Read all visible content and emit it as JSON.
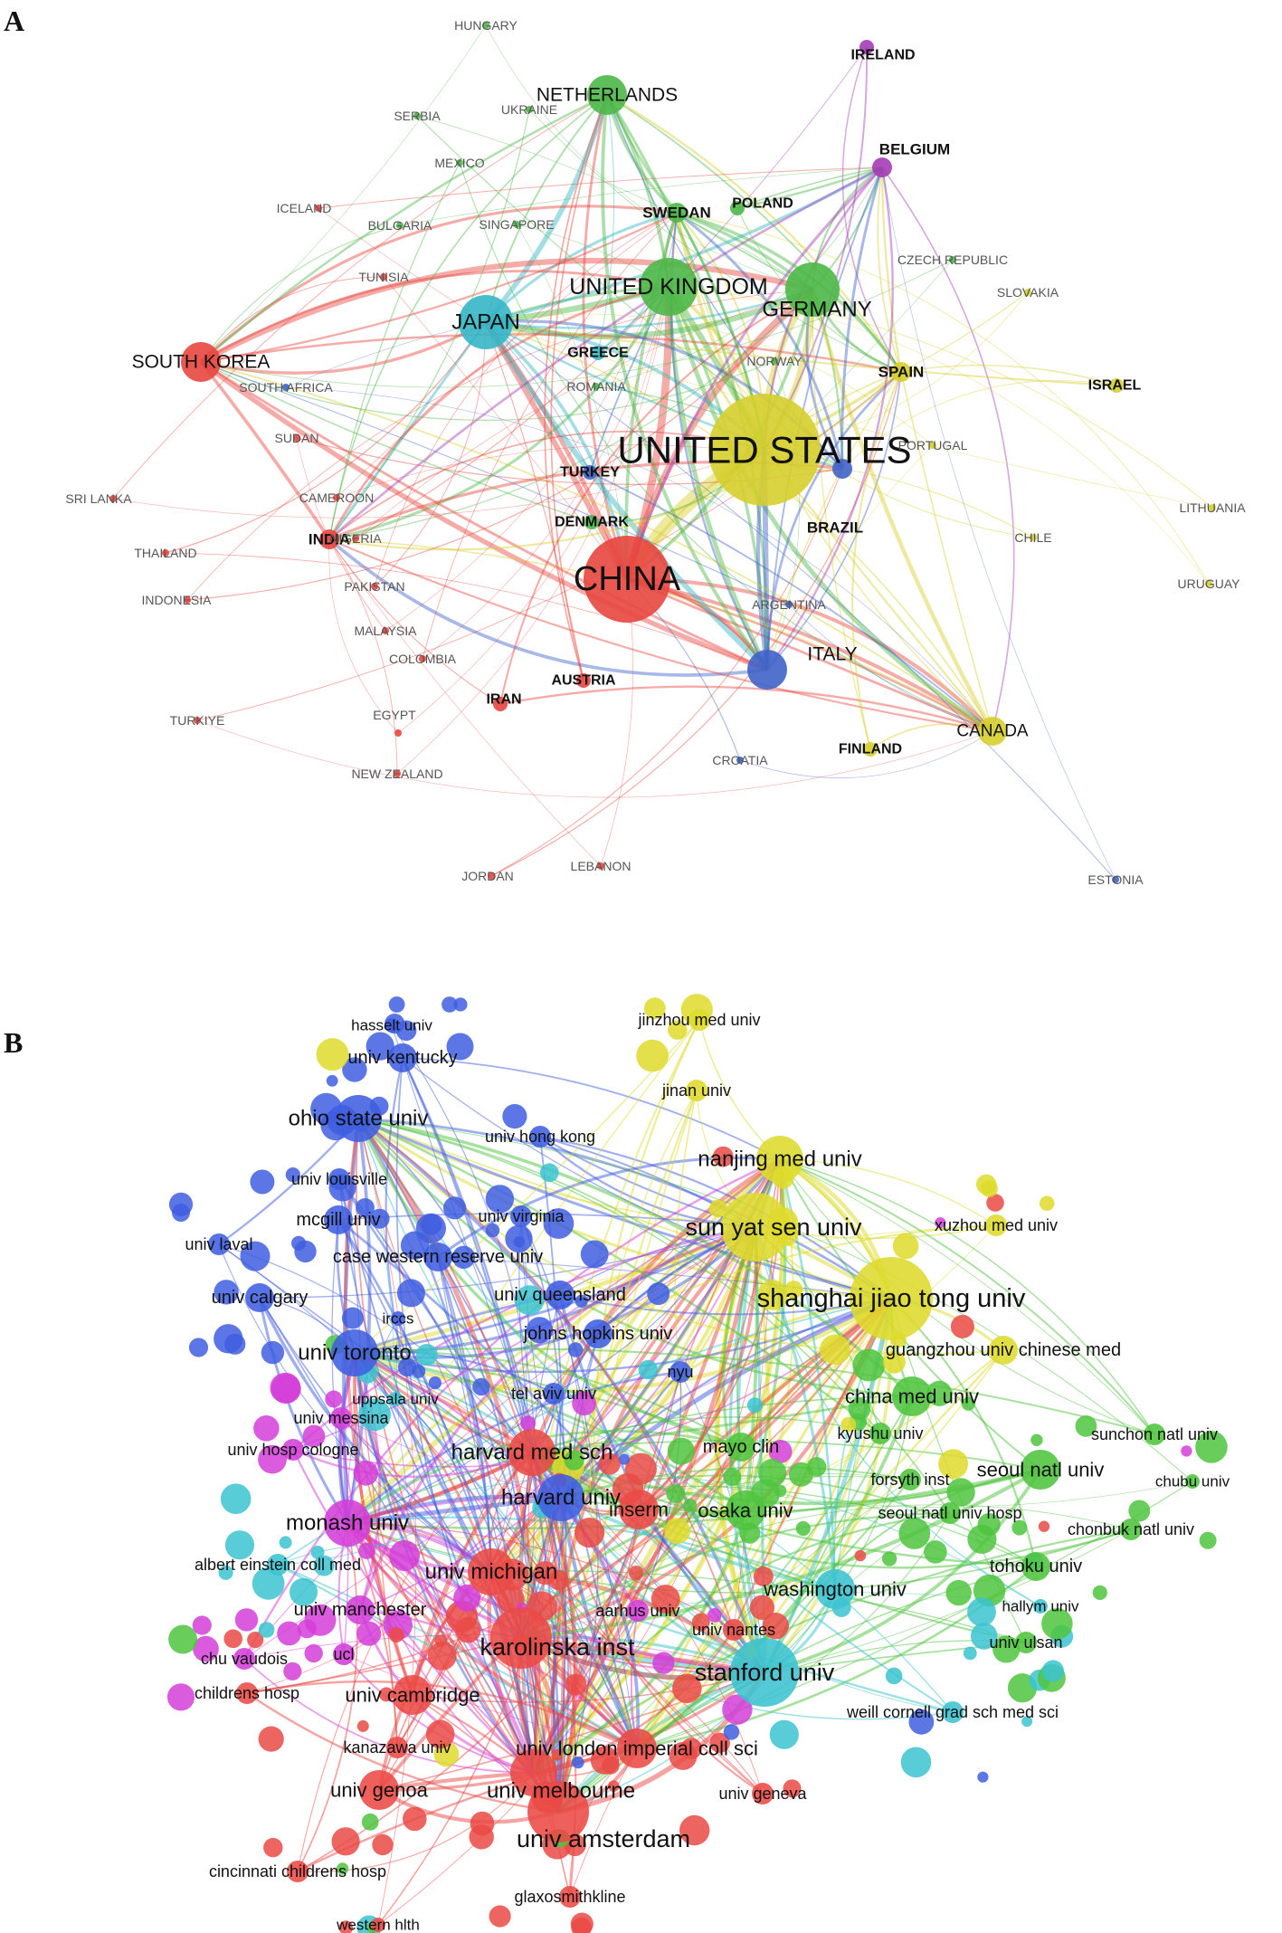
{
  "panels": {
    "a": {
      "letter": "A",
      "clusters": {
        "red": "#e8463f",
        "green": "#4db848",
        "blue": "#3f63c9",
        "yellow": "#d6cf2d",
        "purple": "#a43cb5",
        "cyan": "#35b6c6"
      },
      "nodes": [
        {
          "id": "united-states",
          "label": "UNITED STATES",
          "cluster": "yellow",
          "weight": 10,
          "bold": false
        },
        {
          "id": "china",
          "label": "CHINA",
          "cluster": "red",
          "weight": 9,
          "bold": false
        },
        {
          "id": "united-kingdom",
          "label": "UNITED KINGDOM",
          "cluster": "green",
          "weight": 7,
          "bold": false
        },
        {
          "id": "germany",
          "label": "GERMANY",
          "cluster": "green",
          "weight": 6,
          "bold": false
        },
        {
          "id": "japan",
          "label": "JAPAN",
          "cluster": "cyan",
          "weight": 6,
          "bold": false
        },
        {
          "id": "south-korea",
          "label": "SOUTH KOREA",
          "cluster": "red",
          "weight": 5,
          "bold": false
        },
        {
          "id": "netherlands",
          "label": "NETHERLANDS",
          "cluster": "green",
          "weight": 5,
          "bold": false
        },
        {
          "id": "italy",
          "label": "ITALY",
          "cluster": "blue",
          "weight": 5,
          "bold": false
        },
        {
          "id": "canada",
          "label": "CANADA",
          "cluster": "yellow",
          "weight": 4,
          "bold": false
        },
        {
          "id": "india",
          "label": "INDIA",
          "cluster": "red",
          "weight": 3,
          "bold": true
        },
        {
          "id": "spain",
          "label": "SPAIN",
          "cluster": "yellow",
          "weight": 3,
          "bold": true
        },
        {
          "id": "belgium",
          "label": "BELGIUM",
          "cluster": "purple",
          "weight": 3,
          "bold": true
        },
        {
          "id": "ireland",
          "label": "IRELAND",
          "cluster": "purple",
          "weight": 2,
          "bold": true
        },
        {
          "id": "israel",
          "label": "ISRAEL",
          "cluster": "yellow",
          "weight": 2,
          "bold": true
        },
        {
          "id": "sweden",
          "label": "SWEDAN",
          "cluster": "green",
          "weight": 3,
          "bold": true
        },
        {
          "id": "poland",
          "label": "POLAND",
          "cluster": "green",
          "weight": 2,
          "bold": true
        },
        {
          "id": "greece",
          "label": "GREECE",
          "cluster": "cyan",
          "weight": 2,
          "bold": true
        },
        {
          "id": "turkey",
          "label": "TURKEY",
          "cluster": "blue",
          "weight": 2,
          "bold": true
        },
        {
          "id": "denmark",
          "label": "DENMARK",
          "cluster": "green",
          "weight": 2,
          "bold": true
        },
        {
          "id": "brazil",
          "label": "BRAZIL",
          "cluster": "blue",
          "weight": 3,
          "bold": true
        },
        {
          "id": "austria",
          "label": "AUSTRIA",
          "cluster": "red",
          "weight": 2,
          "bold": true
        },
        {
          "id": "iran",
          "label": "IRAN",
          "cluster": "red",
          "weight": 2,
          "bold": true
        },
        {
          "id": "finland",
          "label": "FINLAND",
          "cluster": "yellow",
          "weight": 2,
          "bold": true
        },
        {
          "id": "hungary",
          "label": "HUNGARY",
          "cluster": "green",
          "weight": 1,
          "bold": false
        },
        {
          "id": "serbia",
          "label": "SERBIA",
          "cluster": "green",
          "weight": 1,
          "bold": false
        },
        {
          "id": "ukraine",
          "label": "UKRAINE",
          "cluster": "green",
          "weight": 1,
          "bold": false
        },
        {
          "id": "mexico",
          "label": "MEXICO",
          "cluster": "green",
          "weight": 1,
          "bold": false
        },
        {
          "id": "iceland",
          "label": "ICELAND",
          "cluster": "red",
          "weight": 1,
          "bold": false
        },
        {
          "id": "bulgaria",
          "label": "BULGARIA",
          "cluster": "green",
          "weight": 1,
          "bold": false
        },
        {
          "id": "singapore",
          "label": "SINGAPORE",
          "cluster": "green",
          "weight": 1,
          "bold": false
        },
        {
          "id": "tunisia",
          "label": "TUNISIA",
          "cluster": "red",
          "weight": 1,
          "bold": false
        },
        {
          "id": "czech-republic",
          "label": "CZECH REPUBLIC",
          "cluster": "green",
          "weight": 1,
          "bold": false
        },
        {
          "id": "slovakia",
          "label": "SLOVAKIA",
          "cluster": "yellow",
          "weight": 1,
          "bold": false
        },
        {
          "id": "south-africa",
          "label": "SOUTH AFRICA",
          "cluster": "blue",
          "weight": 1,
          "bold": false
        },
        {
          "id": "norway",
          "label": "NORWAY",
          "cluster": "green",
          "weight": 1,
          "bold": false
        },
        {
          "id": "romania",
          "label": "ROMANIA",
          "cluster": "green",
          "weight": 1,
          "bold": false
        },
        {
          "id": "sudan",
          "label": "SUDAN",
          "cluster": "red",
          "weight": 1,
          "bold": false
        },
        {
          "id": "portugal",
          "label": "PORTUGAL",
          "cluster": "yellow",
          "weight": 1,
          "bold": false
        },
        {
          "id": "sri-lanka",
          "label": "SRI LANKA",
          "cluster": "red",
          "weight": 1,
          "bold": false
        },
        {
          "id": "cameroon",
          "label": "CAMEROON",
          "cluster": "red",
          "weight": 1,
          "bold": false
        },
        {
          "id": "lithuania",
          "label": "LITHUANIA",
          "cluster": "yellow",
          "weight": 1,
          "bold": false
        },
        {
          "id": "thailand",
          "label": "THAILAND",
          "cluster": "red",
          "weight": 1,
          "bold": false
        },
        {
          "id": "nigeria",
          "label": "NIGERIA",
          "cluster": "red",
          "weight": 1,
          "bold": false
        },
        {
          "id": "chile",
          "label": "CHILE",
          "cluster": "yellow",
          "weight": 1,
          "bold": false
        },
        {
          "id": "pakistan",
          "label": "PAKISTAN",
          "cluster": "red",
          "weight": 1,
          "bold": false
        },
        {
          "id": "indonesia",
          "label": "INDONESIA",
          "cluster": "red",
          "weight": 1,
          "bold": false
        },
        {
          "id": "argentina",
          "label": "ARGENTINA",
          "cluster": "blue",
          "weight": 1,
          "bold": false
        },
        {
          "id": "uruguay",
          "label": "URUGUAY",
          "cluster": "yellow",
          "weight": 1,
          "bold": false
        },
        {
          "id": "malaysia",
          "label": "MALAYSIA",
          "cluster": "red",
          "weight": 1,
          "bold": false
        },
        {
          "id": "colombia",
          "label": "COLOMBIA",
          "cluster": "red",
          "weight": 1,
          "bold": false
        },
        {
          "id": "egypt",
          "label": "EGYPT",
          "cluster": "red",
          "weight": 1,
          "bold": false
        },
        {
          "id": "turkiye",
          "label": "TURKIYE",
          "cluster": "red",
          "weight": 1,
          "bold": false
        },
        {
          "id": "croatia",
          "label": "CROATIA",
          "cluster": "blue",
          "weight": 1,
          "bold": false
        },
        {
          "id": "new-zealand",
          "label": "NEW ZEALAND",
          "cluster": "red",
          "weight": 1,
          "bold": false
        },
        {
          "id": "jordan",
          "label": "JORDAN",
          "cluster": "red",
          "weight": 1,
          "bold": false
        },
        {
          "id": "lebanon",
          "label": "LEBANON",
          "cluster": "red",
          "weight": 1,
          "bold": false
        },
        {
          "id": "estonia",
          "label": "ESTONIA",
          "cluster": "blue",
          "weight": 1,
          "bold": false
        }
      ]
    },
    "b": {
      "letter": "B",
      "clusters": {
        "red": "#ea4a45",
        "green": "#4fc43e",
        "blue": "#3f5ee0",
        "yellow": "#dedb2c",
        "magenta": "#d33ed8",
        "cyan": "#3bc3d0"
      },
      "nodes": [
        {
          "id": "shanghai-jiao-tong-univ",
          "label": "shanghai jiao tong univ",
          "cluster": "yellow",
          "weight": 10
        },
        {
          "id": "sun-yat-sen-univ",
          "label": "sun yat sen univ",
          "cluster": "yellow",
          "weight": 8
        },
        {
          "id": "stanford-univ",
          "label": "stanford univ",
          "cluster": "cyan",
          "weight": 8
        },
        {
          "id": "univ-amsterdam",
          "label": "univ amsterdam",
          "cluster": "red",
          "weight": 7
        },
        {
          "id": "karolinska-inst",
          "label": "karolinska inst",
          "cluster": "red",
          "weight": 7
        },
        {
          "id": "ohio-state-univ",
          "label": "ohio state univ",
          "cluster": "blue",
          "weight": 6
        },
        {
          "id": "nanjing-med-univ",
          "label": "nanjing med univ",
          "cluster": "yellow",
          "weight": 6
        },
        {
          "id": "univ-michigan",
          "label": "univ michigan",
          "cluster": "red",
          "weight": 6
        },
        {
          "id": "harvard-univ",
          "label": "harvard univ",
          "cluster": "blue",
          "weight": 6
        },
        {
          "id": "harvard-med-sch",
          "label": "harvard med sch",
          "cluster": "red",
          "weight": 6
        },
        {
          "id": "univ-toronto",
          "label": "univ toronto",
          "cluster": "blue",
          "weight": 6
        },
        {
          "id": "monash-univ",
          "label": "monash univ",
          "cluster": "magenta",
          "weight": 6
        },
        {
          "id": "univ-melbourne",
          "label": "univ melbourne",
          "cluster": "red",
          "weight": 6
        },
        {
          "id": "univ-london-imperial-coll-sci",
          "label": "univ london imperial coll sci",
          "cluster": "red",
          "weight": 5
        },
        {
          "id": "seoul-natl-univ",
          "label": "seoul natl univ",
          "cluster": "green",
          "weight": 5
        },
        {
          "id": "osaka-univ",
          "label": "osaka univ",
          "cluster": "green",
          "weight": 5
        },
        {
          "id": "washington-univ",
          "label": "washington univ",
          "cluster": "cyan",
          "weight": 5
        },
        {
          "id": "china-med-univ",
          "label": "china med univ",
          "cluster": "green",
          "weight": 5
        },
        {
          "id": "univ-cambridge",
          "label": "univ cambridge",
          "cluster": "red",
          "weight": 5
        },
        {
          "id": "univ-genoa",
          "label": "univ genoa",
          "cluster": "red",
          "weight": 5
        },
        {
          "id": "inserm",
          "label": "inserm",
          "cluster": "red",
          "weight": 5
        },
        {
          "id": "univ-manchester",
          "label": "univ manchester",
          "cluster": "magenta",
          "weight": 4
        },
        {
          "id": "johns-hopkins-univ",
          "label": "johns hopkins univ",
          "cluster": "blue",
          "weight": 4
        },
        {
          "id": "univ-queensland",
          "label": "univ queensland",
          "cluster": "blue",
          "weight": 4
        },
        {
          "id": "mcgill-univ",
          "label": "mcgill univ",
          "cluster": "blue",
          "weight": 4
        },
        {
          "id": "case-western-reserve-univ",
          "label": "case western reserve univ",
          "cluster": "blue",
          "weight": 4
        },
        {
          "id": "univ-kentucky",
          "label": "univ kentucky",
          "cluster": "blue",
          "weight": 4
        },
        {
          "id": "univ-calgary",
          "label": "univ calgary",
          "cluster": "blue",
          "weight": 4
        },
        {
          "id": "guangzhou-univ-chinese-med",
          "label": "guangzhou univ chinese med",
          "cluster": "yellow",
          "weight": 4
        },
        {
          "id": "tohoku-univ",
          "label": "tohoku univ",
          "cluster": "green",
          "weight": 4
        },
        {
          "id": "chonbuk-natl-univ",
          "label": "chonbuk natl univ",
          "cluster": "green",
          "weight": 3
        },
        {
          "id": "mayo-clin",
          "label": "mayo clin",
          "cluster": "green",
          "weight": 4
        },
        {
          "id": "kyushu-univ",
          "label": "kyushu univ",
          "cluster": "green",
          "weight": 3
        },
        {
          "id": "univ-hong-kong",
          "label": "univ hong kong",
          "cluster": "blue",
          "weight": 3
        },
        {
          "id": "univ-louisville",
          "label": "univ louisville",
          "cluster": "blue",
          "weight": 3
        },
        {
          "id": "univ-virginia",
          "label": "univ virginia",
          "cluster": "blue",
          "weight": 3
        },
        {
          "id": "univ-laval",
          "label": "univ laval",
          "cluster": "blue",
          "weight": 3
        },
        {
          "id": "hasselt-univ",
          "label": "hasselt univ",
          "cluster": "blue",
          "weight": 2
        },
        {
          "id": "jinzhou-med-univ",
          "label": "jinzhou med univ",
          "cluster": "yellow",
          "weight": 3
        },
        {
          "id": "jinan-univ",
          "label": "jinan univ",
          "cluster": "yellow",
          "weight": 3
        },
        {
          "id": "xuzhou-med-univ",
          "label": "xuzhou med univ",
          "cluster": "yellow",
          "weight": 3
        },
        {
          "id": "ircs",
          "label": "irccs",
          "cluster": "blue",
          "weight": 2
        },
        {
          "id": "nyu",
          "label": "nyu",
          "cluster": "blue",
          "weight": 3
        },
        {
          "id": "tel-aviv-univ",
          "label": "tel aviv univ",
          "cluster": "blue",
          "weight": 3
        },
        {
          "id": "uppsala-univ",
          "label": "uppsala univ",
          "cluster": "cyan",
          "weight": 2
        },
        {
          "id": "univ-messina",
          "label": "univ messina",
          "cluster": "magenta",
          "weight": 3
        },
        {
          "id": "univ-hosp-cologne",
          "label": "univ hosp cologne",
          "cluster": "magenta",
          "weight": 3
        },
        {
          "id": "albert-einstein-coll-med",
          "label": "albert einstein coll med",
          "cluster": "cyan",
          "weight": 3
        },
        {
          "id": "chu-vaudois",
          "label": "chu vaudois",
          "cluster": "magenta",
          "weight": 3
        },
        {
          "id": "ucl",
          "label": "ucl",
          "cluster": "magenta",
          "weight": 3
        },
        {
          "id": "childrens-hosp",
          "label": "childrens hosp",
          "cluster": "red",
          "weight": 3
        },
        {
          "id": "aarhus-univ",
          "label": "aarhus univ",
          "cluster": "magenta",
          "weight": 3
        },
        {
          "id": "univ-nantes",
          "label": "univ nantes",
          "cluster": "red",
          "weight": 3
        },
        {
          "id": "forsyth-inst",
          "label": "forsyth inst",
          "cluster": "green",
          "weight": 3
        },
        {
          "id": "seoul-natl-univ-hosp",
          "label": "seoul natl univ hosp",
          "cluster": "green",
          "weight": 3
        },
        {
          "id": "sunchon-natl-univ",
          "label": "sunchon natl univ",
          "cluster": "green",
          "weight": 3
        },
        {
          "id": "chubu-univ",
          "label": "chubu univ",
          "cluster": "green",
          "weight": 2
        },
        {
          "id": "hallym-univ",
          "label": "hallym univ",
          "cluster": "cyan",
          "weight": 2
        },
        {
          "id": "univ-ulsan",
          "label": "univ ulsan",
          "cluster": "green",
          "weight": 3
        },
        {
          "id": "weill-cornell-grad-sch-med-sci",
          "label": "weill cornell grad sch med sci",
          "cluster": "cyan",
          "weight": 3
        },
        {
          "id": "kanazawa-univ",
          "label": "kanazawa univ",
          "cluster": "red",
          "weight": 3
        },
        {
          "id": "univ-geneva",
          "label": "univ geneva",
          "cluster": "red",
          "weight": 3
        },
        {
          "id": "cincinnati-childrens-hosp",
          "label": "cincinnati childrens hosp",
          "cluster": "red",
          "weight": 3
        },
        {
          "id": "glaxosmithkline",
          "label": "glaxosmithkline",
          "cluster": "red",
          "weight": 3
        },
        {
          "id": "western-hlth",
          "label": "western hlth",
          "cluster": "red",
          "weight": 2
        }
      ]
    }
  }
}
